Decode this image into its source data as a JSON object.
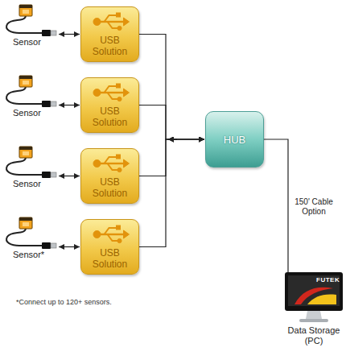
{
  "diagram": {
    "nodes": [
      {
        "text": [
          "Sensor"
        ]
      },
      {
        "text": [
          "Sensor"
        ]
      },
      {
        "text": [
          "Sensor"
        ]
      },
      {
        "text": [
          "Sensor*"
        ]
      },
      {
        "text": [
          "USB Solution"
        ]
      },
      {
        "text": [
          "USB Solution"
        ]
      },
      {
        "text": [
          "USB Solution"
        ]
      },
      {
        "text": [
          "USB Solution"
        ]
      },
      {
        "text": [
          "HUB"
        ]
      },
      {
        "text": [
          "Data Storage (PC)"
        ]
      }
    ],
    "edges": [
      {
        "from": 0,
        "to": 4,
        "arrow": "both"
      },
      {
        "from": 1,
        "to": 5,
        "arrow": "both"
      },
      {
        "from": 2,
        "to": 6,
        "arrow": "both"
      },
      {
        "from": 3,
        "to": 7,
        "arrow": "both"
      },
      {
        "from": 4,
        "to": 8,
        "arrow": "both"
      },
      {
        "from": 5,
        "to": 8,
        "arrow": "both"
      },
      {
        "from": 6,
        "to": 8,
        "arrow": "both"
      },
      {
        "from": 7,
        "to": 8,
        "arrow": "both"
      },
      {
        "from": 8,
        "to": 9,
        "label": "150' Cable Option",
        "arrow": "none"
      }
    ],
    "labels": [
      "*Connect up to 120+ sensors.",
      "FUTEK"
    ]
  }
}
